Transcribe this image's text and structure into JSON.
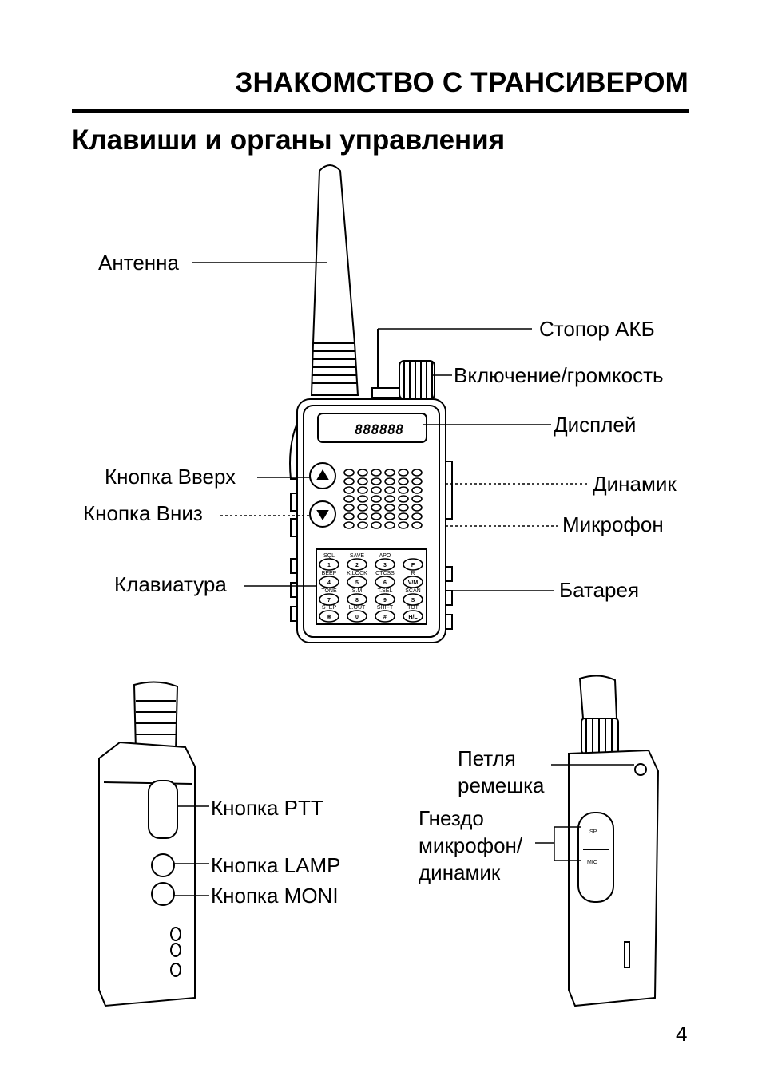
{
  "header": {
    "chapter_title": "ЗНАКОМСТВО С ТРАНСИВЕРОМ",
    "section_title": "Клавиши и органы управления"
  },
  "front_view": {
    "labels": {
      "antenna": "Антенна",
      "battery_latch": "Стопор АКБ",
      "power_volume": "Включение/громкость",
      "display": "Дисплей",
      "up_button": "Кнопка Вверх",
      "speaker": "Динамик",
      "down_button": "Кнопка Вниз",
      "microphone": "Микрофон",
      "keypad": "Клавиатура",
      "battery": "Батарея"
    },
    "display_digits": "888888",
    "keypad_keys": [
      {
        "top": "SQL",
        "key": "1"
      },
      {
        "top": "SAVE",
        "key": "2"
      },
      {
        "top": "APO",
        "key": "3"
      },
      {
        "top": "",
        "key": "F"
      },
      {
        "top": "BEEP",
        "key": "4"
      },
      {
        "top": "K.LOCK",
        "key": "5"
      },
      {
        "top": "CTCSS",
        "key": "6"
      },
      {
        "top": "R",
        "key": "V/M"
      },
      {
        "top": "TONE",
        "key": "7"
      },
      {
        "top": "S.M",
        "key": "8"
      },
      {
        "top": "T.SEL",
        "key": "9"
      },
      {
        "top": "SCAN",
        "key": "S"
      },
      {
        "top": "STEP",
        "key": "※"
      },
      {
        "top": "L.OUT",
        "key": "0"
      },
      {
        "top": "SHIFT",
        "key": "#"
      },
      {
        "top": "TOT",
        "key": "H/L"
      }
    ]
  },
  "left_side_view": {
    "labels": {
      "ptt_button": "Кнопка PTT",
      "lamp_button": "Кнопка LAMP",
      "moni_button": "Кнопка MONI"
    }
  },
  "right_side_view": {
    "labels": {
      "strap_loop_line1": "Петля",
      "strap_loop_line2": "ремешка",
      "mic_jack_line1": "Гнездо",
      "mic_jack_line2": "микрофон/",
      "mic_jack_line3": "динамик"
    },
    "jack_sp": "SP",
    "jack_mic": "MIC"
  },
  "page_number": "4"
}
